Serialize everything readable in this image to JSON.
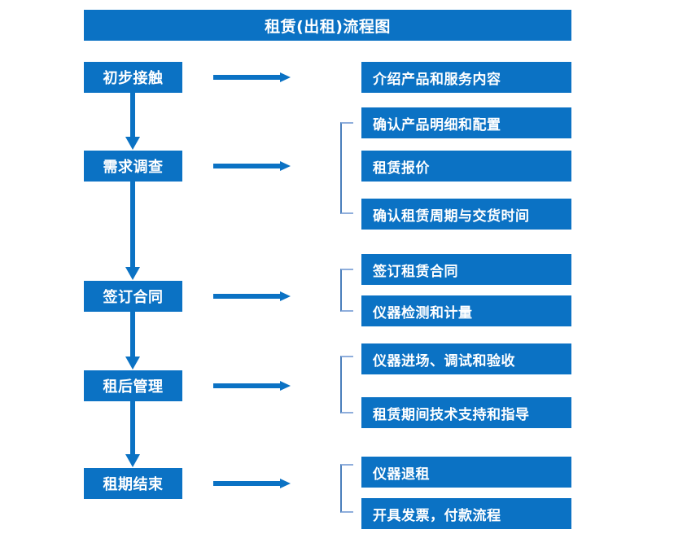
{
  "title": {
    "text": "租赁(出租)流程图"
  },
  "colors": {
    "primary_blue": "#0B72C4",
    "bracket_blue": "#4A7EBB",
    "bracket_light": "#8FAEDC",
    "box_text": "#FFFFFF",
    "background": "#FFFFFF"
  },
  "stages": [
    {
      "label": "初步接触"
    },
    {
      "label": "需求调查"
    },
    {
      "label": "签订合同"
    },
    {
      "label": "租后管理"
    },
    {
      "label": "租期结束"
    }
  ],
  "details": [
    {
      "label": "介绍产品和服务内容"
    },
    {
      "label": "确认产品明细和配置"
    },
    {
      "label": "租赁报价"
    },
    {
      "label": "确认租赁周期与交货时间"
    },
    {
      "label": "签订租赁合同"
    },
    {
      "label": "仪器检测和计量"
    },
    {
      "label": "仪器进场、调试和验收"
    },
    {
      "label": "租赁期间技术支持和指导"
    },
    {
      "label": "仪器退租"
    },
    {
      "label": "开具发票，付款流程"
    }
  ],
  "connectors": {
    "right_arrow_count": 5,
    "down_arrow_count": 4,
    "bracket_count": 4
  }
}
